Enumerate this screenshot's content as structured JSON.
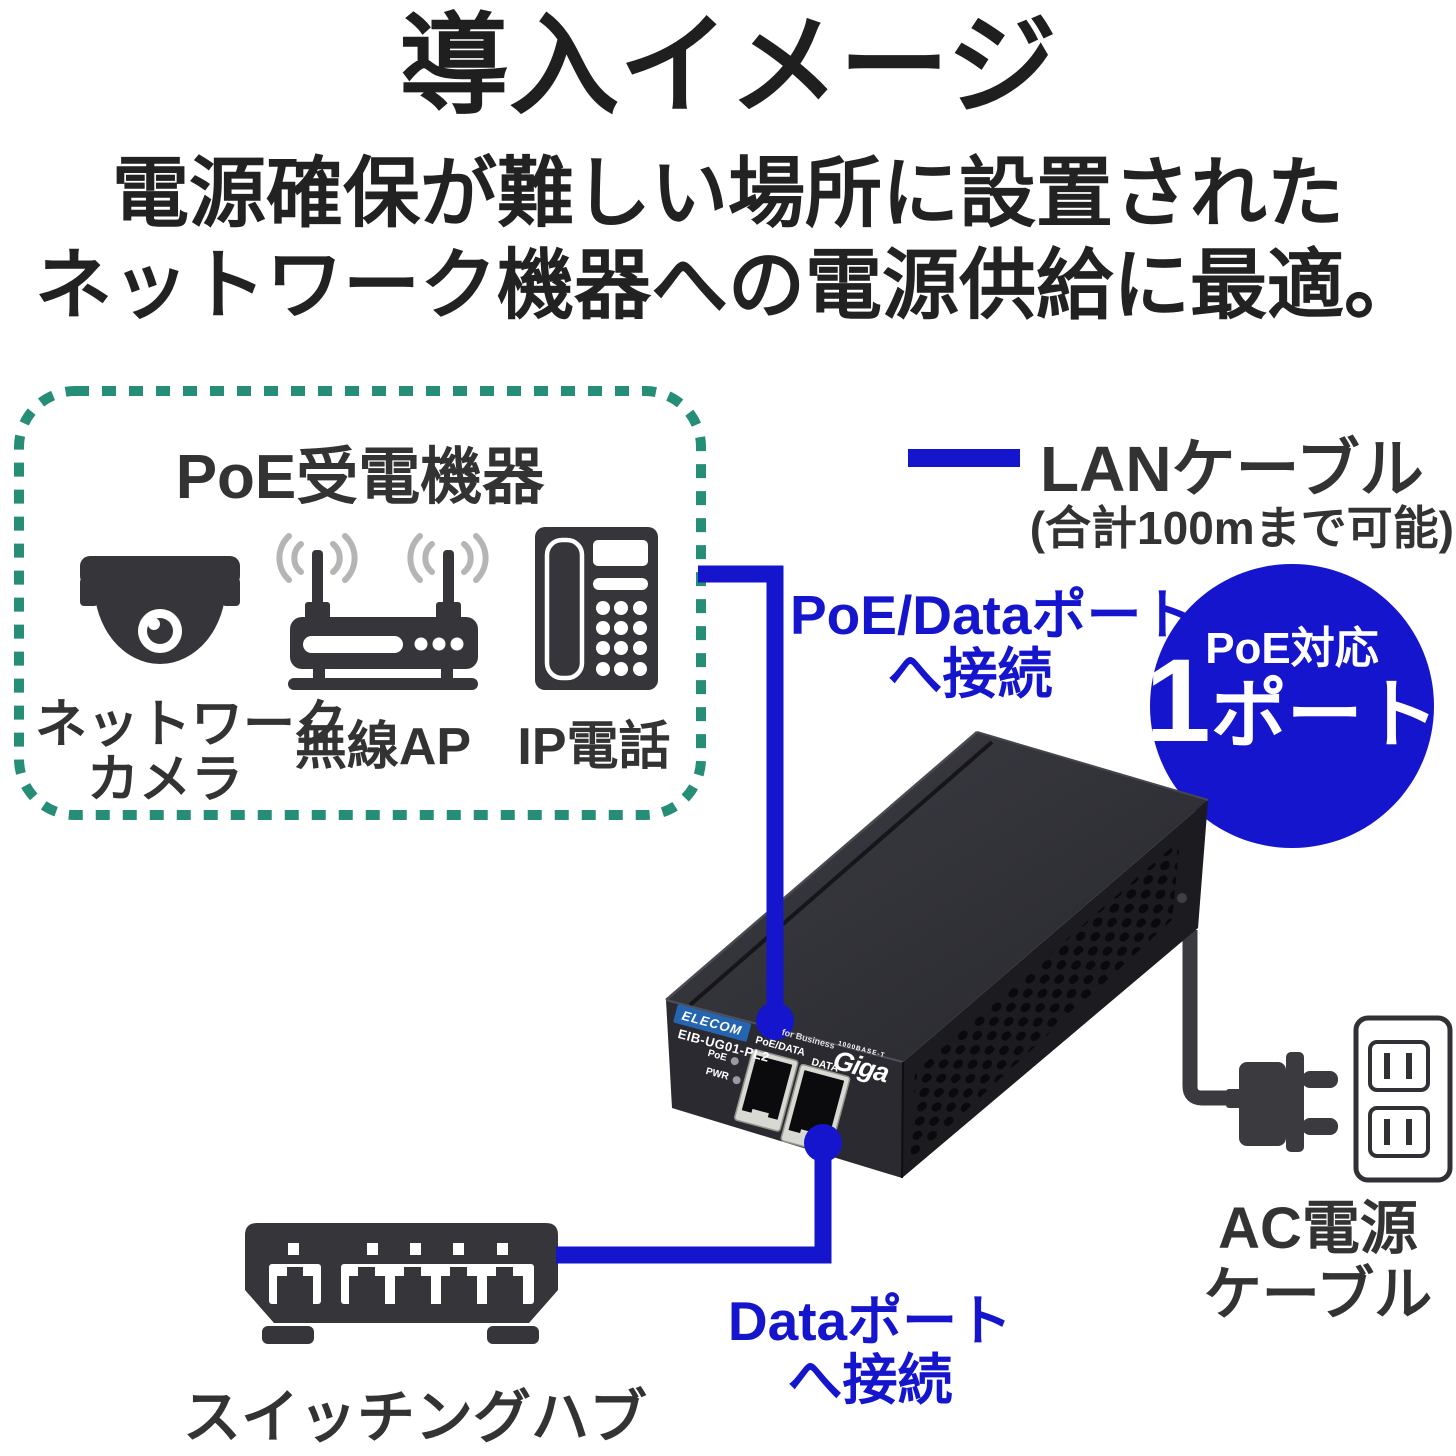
{
  "colors": {
    "accent_blue": "#1515cd",
    "dashed_box_teal": "#268d77",
    "text_dark": "#333333",
    "elecom_badge_blue": "#2565b0"
  },
  "icons": {
    "camera": "dome-camera-icon",
    "wireless_ap": "wireless-ap-icon",
    "ip_phone": "ip-phone-icon",
    "poe_injector": "poe-injector-device",
    "switching_hub": "switching-hub-icon",
    "power_plug": "power-plug-icon",
    "wall_outlet": "wall-outlet-icon",
    "lan_cable": "lan-cable-line"
  },
  "header": {
    "title": "導入イメージ",
    "subtitle_line1": "電源確保が難しい場所に設置された",
    "subtitle_line2": "ネットワーク機器への電源供給に最適。"
  },
  "poe_devices_box": {
    "title": "PoE受電機器",
    "items": [
      {
        "label_line1": "ネットワーク",
        "label_line2": "カメラ",
        "icon": "dome-camera-icon"
      },
      {
        "label": "無線AP",
        "icon": "wireless-ap-icon"
      },
      {
        "label": "IP電話",
        "icon": "ip-phone-icon"
      }
    ]
  },
  "legend": {
    "label": "LANケーブル",
    "note": "(合計100mまで可能)"
  },
  "connections": {
    "poe_data_port_note_line1": "PoE/Dataポート",
    "poe_data_port_note_line2": "へ接続",
    "data_port_note_line1": "Dataポート",
    "data_port_note_line2": "へ接続"
  },
  "badge": {
    "line1": "PoE対応",
    "number": "1",
    "unit": "ポート"
  },
  "device": {
    "brand": "ELECOM",
    "model": "EIB-UG01-PL2",
    "led1": "PoE",
    "led2": "PWR",
    "port1": "PoE/DATA",
    "port2": "DATA",
    "tagline": "for Business",
    "logo_sub": "1000BASE-T",
    "logo": "Giga"
  },
  "ac": {
    "label_line1": "AC電源",
    "label_line2": "ケーブル"
  },
  "hub": {
    "label": "スイッチングハブ"
  }
}
